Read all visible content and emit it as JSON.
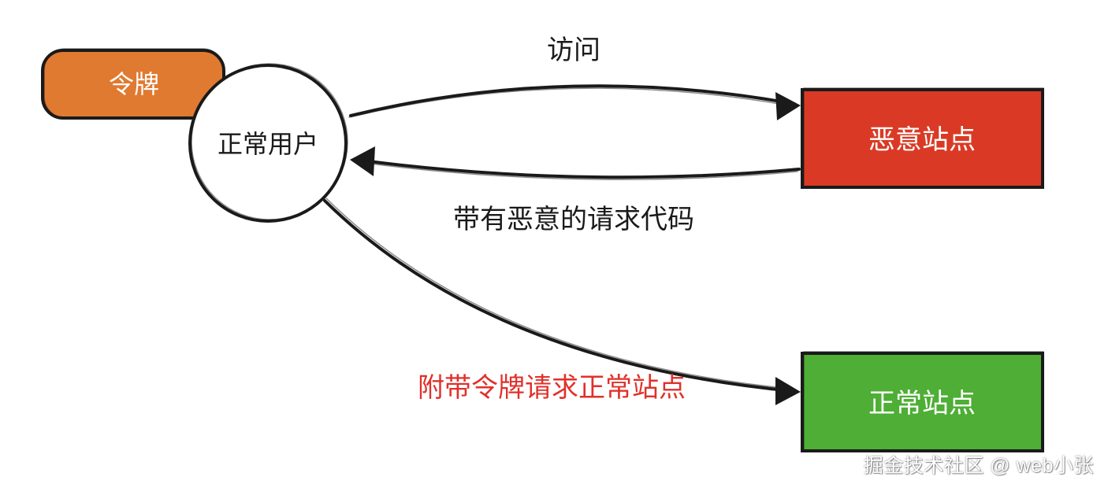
{
  "nodes": {
    "token": {
      "label": "令牌",
      "fill": "#E07A30"
    },
    "user": {
      "label": "正常用户",
      "fill": "#ffffff"
    },
    "malicious_site": {
      "label": "恶意站点",
      "fill": "#DA3A25"
    },
    "normal_site": {
      "label": "正常站点",
      "fill": "#4EAE35"
    }
  },
  "edges": {
    "visit": {
      "label": "访问",
      "color": "#1a1a1a"
    },
    "malicious_code": {
      "label": "带有恶意的请求代码",
      "color": "#1a1a1a"
    },
    "token_request": {
      "label": "附带令牌请求正常站点",
      "color": "#E0312A"
    }
  },
  "watermark": "掘金技术社区 @ web小张"
}
